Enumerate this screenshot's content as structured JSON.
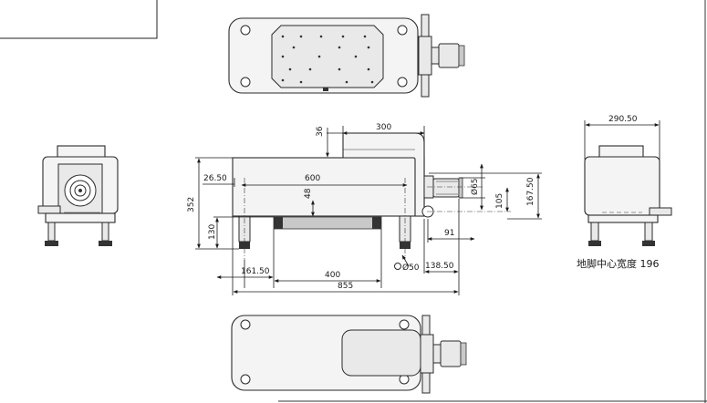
{
  "dimensions": {
    "top_gap": "36",
    "arm_width": "300",
    "inner_width": "600",
    "left_offset": "26.50",
    "height_total": "352",
    "mid_height": "48",
    "foot_height": "130",
    "nozzle_dia": "Ø65",
    "nozzle_height": "105",
    "nozzle_top": "167.50",
    "right_gap": "91",
    "hole_dia": "Ø50",
    "foot_offset": "161.50",
    "foot_span": "400",
    "right_offset": "138.50",
    "overall_length": "855",
    "side_width": "290.50"
  },
  "note": "地脚中心宽度 196"
}
